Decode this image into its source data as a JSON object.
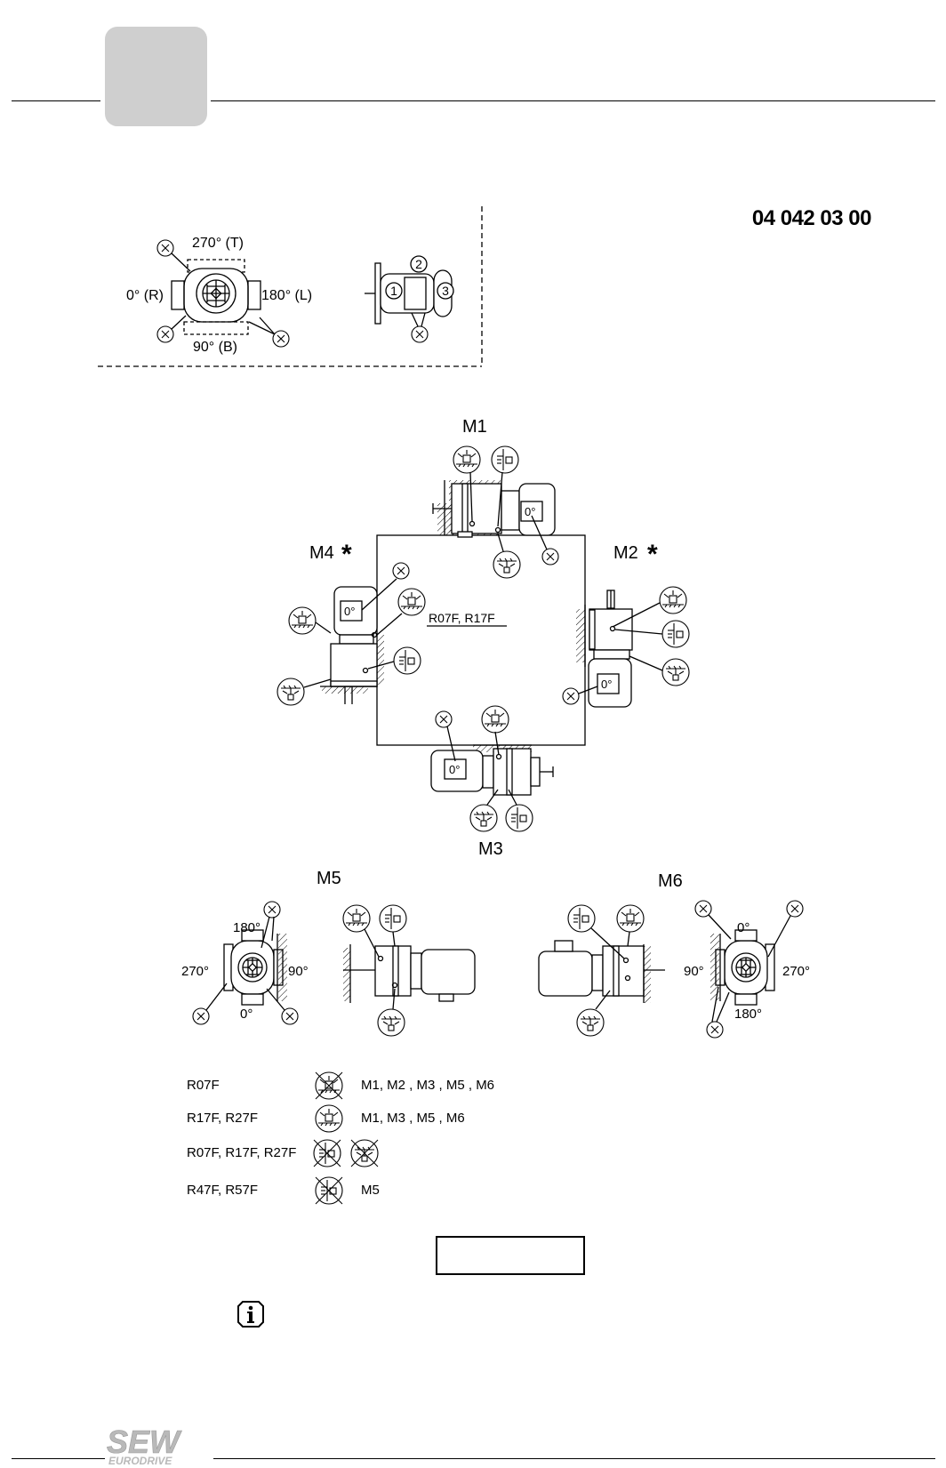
{
  "header": {
    "doc_number": "04 042 03 00"
  },
  "terminal_box_diagram": {
    "angle_top": "270° (T)",
    "angle_left": "0° (R)",
    "angle_right": "180° (L)",
    "angle_bottom": "90° (B)",
    "cable_entry_marker": "X",
    "entry_positions": [
      "1",
      "2",
      "3"
    ]
  },
  "mounting_positions": {
    "m1": "M1",
    "m2": "M2",
    "m3": "M3",
    "m4": "M4",
    "m5": "M5",
    "m6": "M6",
    "asterisk": "*",
    "terminal_box_label": "0°",
    "m4_note": "R07F, R17F"
  },
  "m5_detail": {
    "angle_top": "180°",
    "angle_left": "270°",
    "angle_right": "90°",
    "angle_bottom": "0°"
  },
  "m6_detail": {
    "angle_top": "0°",
    "angle_left": "90°",
    "angle_right": "270°",
    "angle_bottom": "180°"
  },
  "legend": [
    {
      "products": "R07F",
      "positions": "M1, M2 , M3 , M5 , M6"
    },
    {
      "products": "R17F, R27F",
      "positions": "M1, M3 , M5 , M6"
    },
    {
      "products": "R07F, R17F, R27F",
      "positions": ""
    },
    {
      "products": "R47F, R57F",
      "positions": "M5"
    }
  ],
  "colors": {
    "tab_marker": "#cfcfcf",
    "logo": "#b9b9b9"
  },
  "icons": [
    "info-icon",
    "breather-valve-icon",
    "drain-plug-icon",
    "oil-level-icon",
    "sew-eurodrive-logo"
  ]
}
